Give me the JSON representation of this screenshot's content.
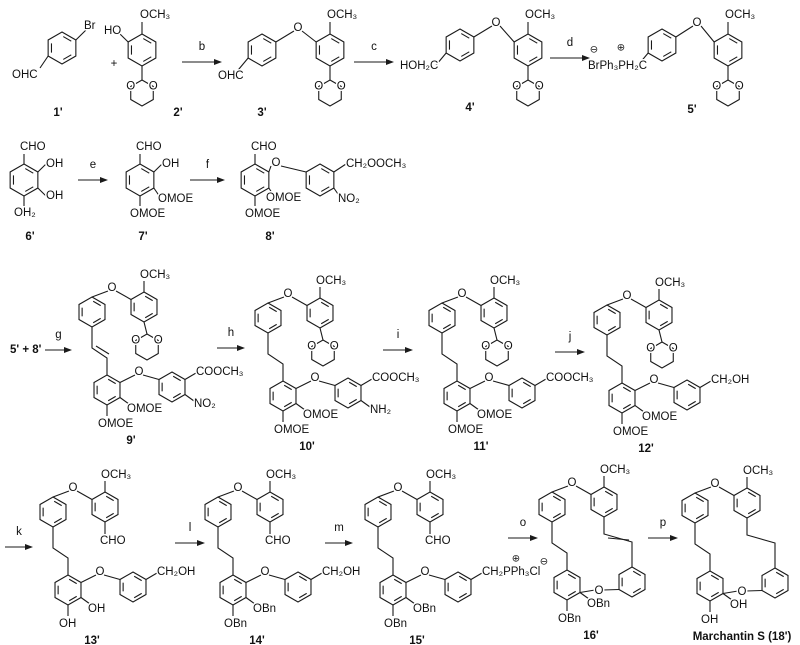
{
  "atoms": {
    "O": "O"
  },
  "plus": "+",
  "combo": "5' + 8'",
  "reagents": {
    "b": "b",
    "c": "c",
    "d": "d",
    "e": "e",
    "f": "f",
    "g": "g",
    "h": "h",
    "i": "i",
    "j": "j",
    "k": "k",
    "l": "l",
    "m": "m",
    "o": "o",
    "p": "p"
  },
  "compounds": {
    "c1": {
      "label": "1'",
      "br": "Br",
      "cho": "OHC"
    },
    "c2": {
      "label": "2'",
      "oh": "HO",
      "ome": "OCH₃"
    },
    "c3": {
      "label": "3'",
      "cho": "OHC",
      "ome": "OCH₃"
    },
    "c4": {
      "label": "4'",
      "ch2oh": "HOH₂C",
      "ome": "OCH₃"
    },
    "c5": {
      "label": "5'",
      "ylide": "BrPh₃PH₂C",
      "anion": "⊖",
      "cation": "⊕",
      "ome": "OCH₃"
    },
    "c6": {
      "label": "6'",
      "cho": "CHO",
      "oh1": "OH",
      "oh2": "OH",
      "oh3": "OH₂"
    },
    "c7": {
      "label": "7'",
      "cho": "CHO",
      "oh": "OH",
      "omoe1": "OMOE",
      "omoe2": "OMOE"
    },
    "c8": {
      "label": "8'",
      "cho": "CHO",
      "ester": "CH₂OOCH₃",
      "no2": "NO₂",
      "omoe1": "OMOE",
      "omoe2": "OMOE"
    },
    "c9": {
      "label": "9'",
      "ome": "OCH₃",
      "d1": "COOCH₃",
      "d2": "NO₂",
      "c2": "OMOE",
      "c3": "OMOE"
    },
    "c10": {
      "label": "10'",
      "ome": "OCH₃",
      "d1": "COOCH₃",
      "d2": "NH₂",
      "c2": "OMOE",
      "c3": "OMOE"
    },
    "c11": {
      "label": "11'",
      "ome": "OCH₃",
      "d1": "COOCH₃",
      "c2": "OMOE",
      "c3": "OMOE"
    },
    "c12": {
      "label": "12'",
      "ome": "OCH₃",
      "d1": "CH₂OH",
      "c2": "OMOE",
      "c3": "OMOE"
    },
    "c13": {
      "label": "13'",
      "ome": "OCH₃",
      "cho": "CHO",
      "d1": "CH₂OH",
      "c2": "OH",
      "c3": "OH"
    },
    "c14": {
      "label": "14'",
      "ome": "OCH₃",
      "cho": "CHO",
      "d1": "CH₂OH",
      "c2": "OBn",
      "c3": "OBn"
    },
    "c15": {
      "label": "15'",
      "ome": "OCH₃",
      "cho": "CHO",
      "d1": "CH₂PPh₃Cl",
      "cation": "⊕",
      "anion": "⊖",
      "c2": "OBn",
      "c3": "OBn"
    },
    "c16": {
      "label": "16'",
      "ome": "OCH₃",
      "c2": "OBn",
      "c3": "OBn"
    },
    "c18": {
      "label": "Marchantin S (18')",
      "ome": "OCH₃",
      "c2": "OH",
      "c3": "OH"
    }
  }
}
